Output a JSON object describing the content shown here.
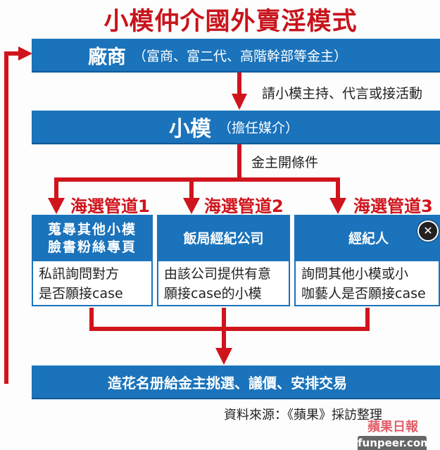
{
  "title": "小模仲介國外賣淫模式",
  "top_bar": {
    "main": "廠商",
    "sub": "（富商、富二代、高階幹部等金主）"
  },
  "step1_note": "請小模主持、代言或接活動",
  "middle_bar": {
    "main": "小模",
    "sub": "（擔任媒介）"
  },
  "step2_note": "金主開條件",
  "channels": [
    {
      "label": "海選管道1",
      "header": [
        "蒐尋其他小模",
        "臉書粉絲專頁"
      ],
      "body": [
        "私訊詢問對方",
        "是否願接case"
      ]
    },
    {
      "label": "海選管道2",
      "header": [
        "飯局經紀公司"
      ],
      "body": [
        "由該公司提供有意",
        "願接case的小模"
      ]
    },
    {
      "label": "海選管道3",
      "header": [
        "經紀人"
      ],
      "body": [
        "詢問其他小模或小",
        "咖藝人是否願接case"
      ]
    }
  ],
  "bottom_bar": "造花名册給金主挑選、議價、安排交易",
  "source": "資料來源：《蘋果》採訪整理",
  "logo": "蘋果日報",
  "watermark": "funpeer.com",
  "close_glyph": "✕",
  "colors": {
    "blue": "#1a73bb",
    "red": "#d0141c"
  }
}
